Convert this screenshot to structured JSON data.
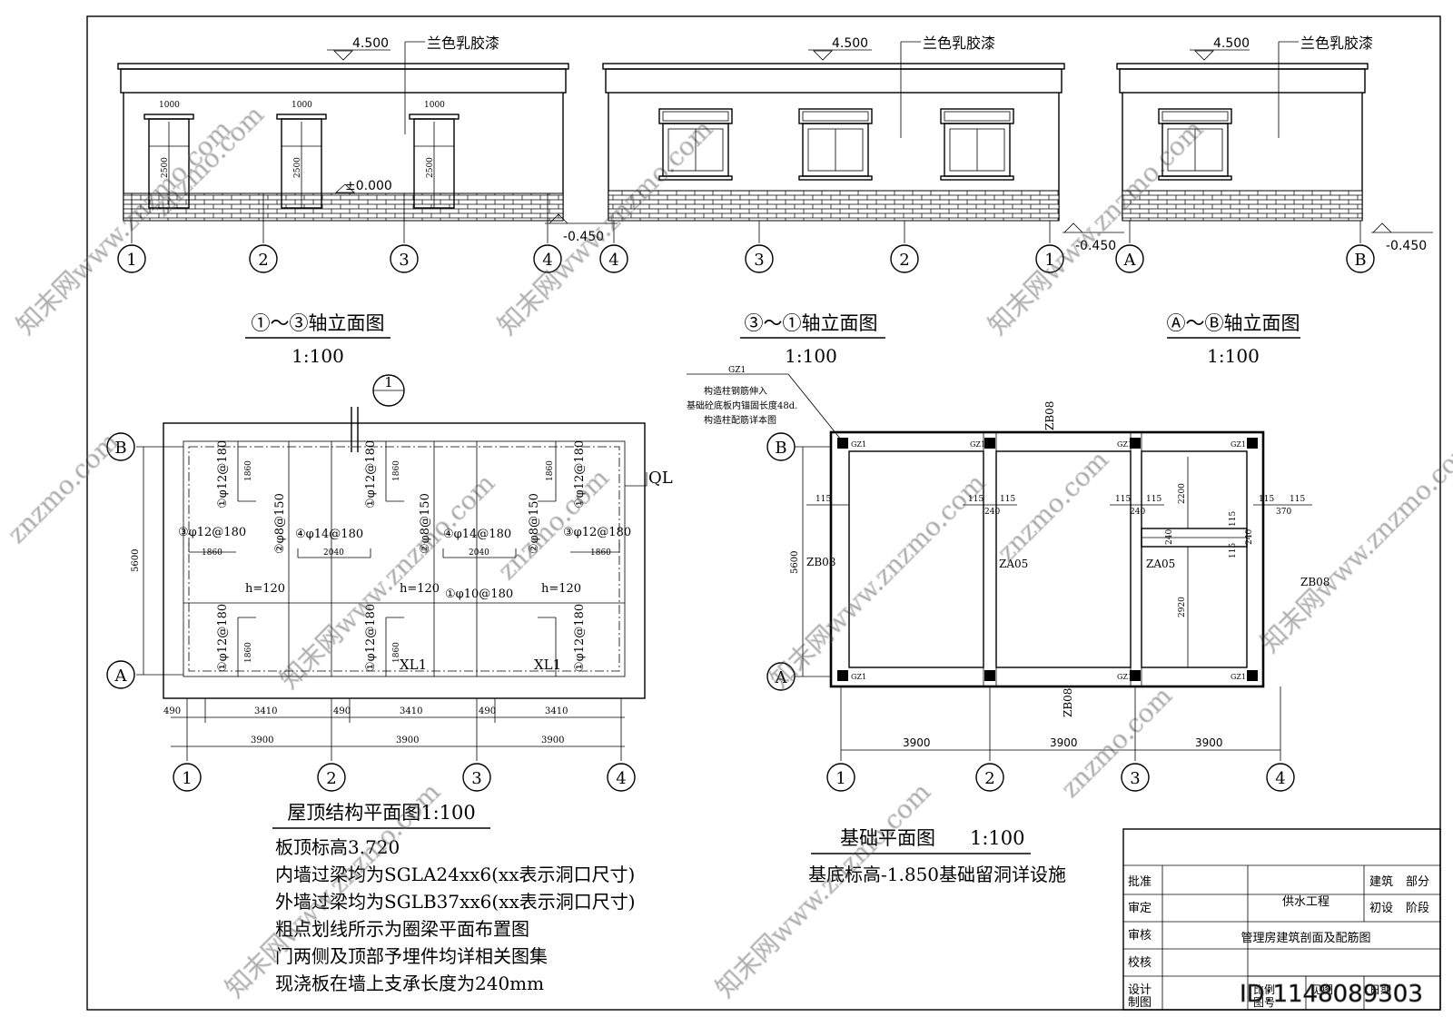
{
  "elev1": {
    "level_top": "4.500",
    "paint_note": "兰色乳胶漆",
    "door_w": "1000",
    "door_h": "2500",
    "level_zero": "±0.000",
    "level_ground": "-0.450",
    "axes": [
      "1",
      "2",
      "3",
      "4"
    ],
    "title": "①～③轴立面图",
    "scale": "1:100"
  },
  "elev2": {
    "level_top": "4.500",
    "paint_note": "兰色乳胶漆",
    "level_ground": "-0.450",
    "axes": [
      "4",
      "3",
      "2",
      "1"
    ],
    "title": "③～①轴立面图",
    "scale": "1:100"
  },
  "elev3": {
    "level_top": "4.500",
    "paint_note": "兰色乳胶漆",
    "level_ground": "-0.450",
    "axes": [
      "A",
      "B"
    ],
    "title": "Ⓐ～Ⓑ轴立面图",
    "scale": "1:100"
  },
  "roof": {
    "section_mark": "1",
    "ql_label": "QL",
    "rows": [
      "B",
      "A"
    ],
    "cols": [
      "1",
      "2",
      "3",
      "4"
    ],
    "depth": "5600",
    "rebar": {
      "r3_12": "③φ12@180",
      "r3_12b": "③φ12@180",
      "r1_12": "①φ12@180",
      "r1_12b": "①φ12@180",
      "r4_14": "④φ14@180",
      "r2_8": "②φ8@150",
      "r1_10": "①φ10@180"
    },
    "dim_1860": "1860",
    "dim_2040": "2040",
    "h": "h=120",
    "xl1": "XL1",
    "dim_490": "490",
    "dim_3410": "3410",
    "dim_3900": "3900",
    "title": "屋顶结构平面图1:100",
    "notes": [
      "板顶标高3.720",
      "内墙过梁均为SGLA24xx6(xx表示洞口尺寸)",
      "外墙过梁均为SGLB37xx6(xx表示洞口尺寸)",
      "粗点划线所示为圈梁平面布置图",
      "门两侧及顶部予埋件均详相关图集",
      "现浇板在墙上支承长度为240mm"
    ]
  },
  "found": {
    "gz_note": [
      "GZ1",
      "构造柱钢筋伸入",
      "基础砼底板内锚固长度48d.",
      "构造柱配筋详本图"
    ],
    "gz": "GZ1",
    "zb08": "ZB08",
    "za05": "ZA05",
    "rows": [
      "B",
      "A"
    ],
    "cols": [
      "1",
      "2",
      "3",
      "4"
    ],
    "depth": "5600",
    "d115": "115",
    "d240": "240",
    "d370": "370",
    "d2200": "2200",
    "d2920": "2920",
    "dim_3900": "3900",
    "title": "基础平面图",
    "scale": "1:100",
    "note": "基底标高-1.850基础留洞详设施"
  },
  "titleblock": {
    "rows": [
      "批准",
      "审定",
      "审核",
      "校核",
      "设计",
      "制图"
    ],
    "project": "供水工程",
    "drawing": "管理房建筑剖面及配筋图",
    "cat1": "建筑",
    "cat2": "部分",
    "stage1": "初设",
    "stage2": "阶段",
    "scale_label": "比例",
    "scale_val": "见图",
    "date_label": "日期",
    "no_label": "图号"
  },
  "watermark": {
    "site": "znzmo.com",
    "brand": "知末网www.znzmo.com",
    "id": "ID:1148089303"
  }
}
